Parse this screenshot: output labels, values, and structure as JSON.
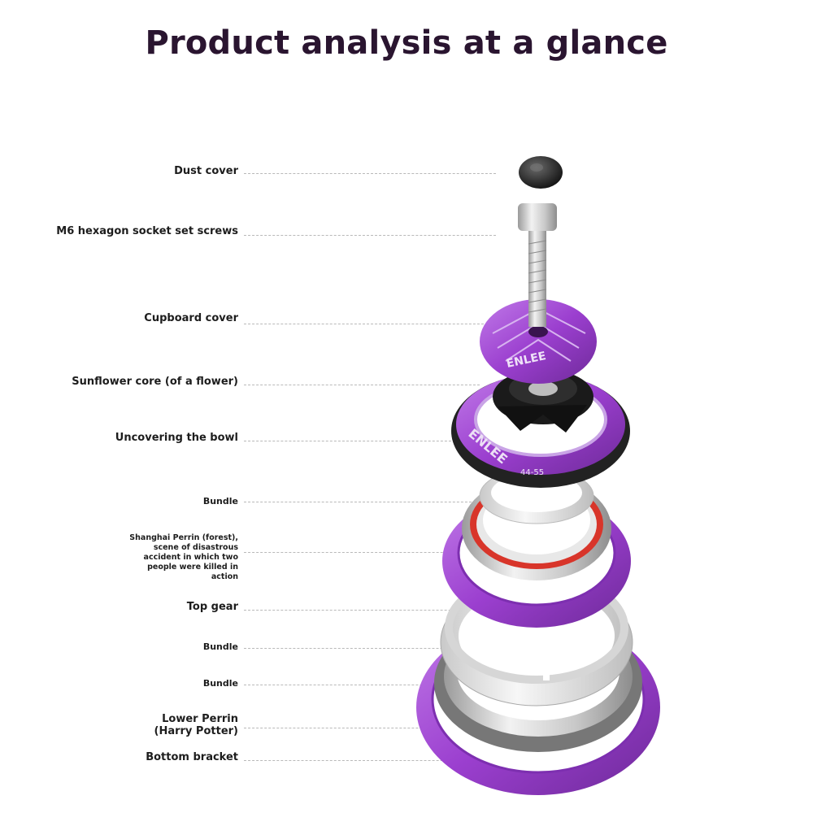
{
  "title": "Product analysis at a glance",
  "brand_mark": "ENLEE",
  "size_mark": "44-55",
  "colors": {
    "accent": "#9b3fcf",
    "accent_dark": "#6e2a99",
    "title": "#2a1530",
    "leader": "#b9b9b9",
    "bearing_red": "#d8352a"
  },
  "parts": [
    {
      "label": "Dust cover"
    },
    {
      "label": "M6 hexagon socket set screws"
    },
    {
      "label": "Cupboard cover"
    },
    {
      "label": "Sunflower core (of a flower)"
    },
    {
      "label": "Uncovering the bowl"
    },
    {
      "label": "Bundle"
    },
    {
      "label": "Shanghai Perrin (forest), scene of disastrous accident in which two people were killed in action"
    },
    {
      "label": "Top gear"
    },
    {
      "label": "Bundle"
    },
    {
      "label": "Bundle"
    },
    {
      "label": "Lower Perrin (Harry Potter)"
    },
    {
      "label": "Bottom bracket"
    }
  ]
}
